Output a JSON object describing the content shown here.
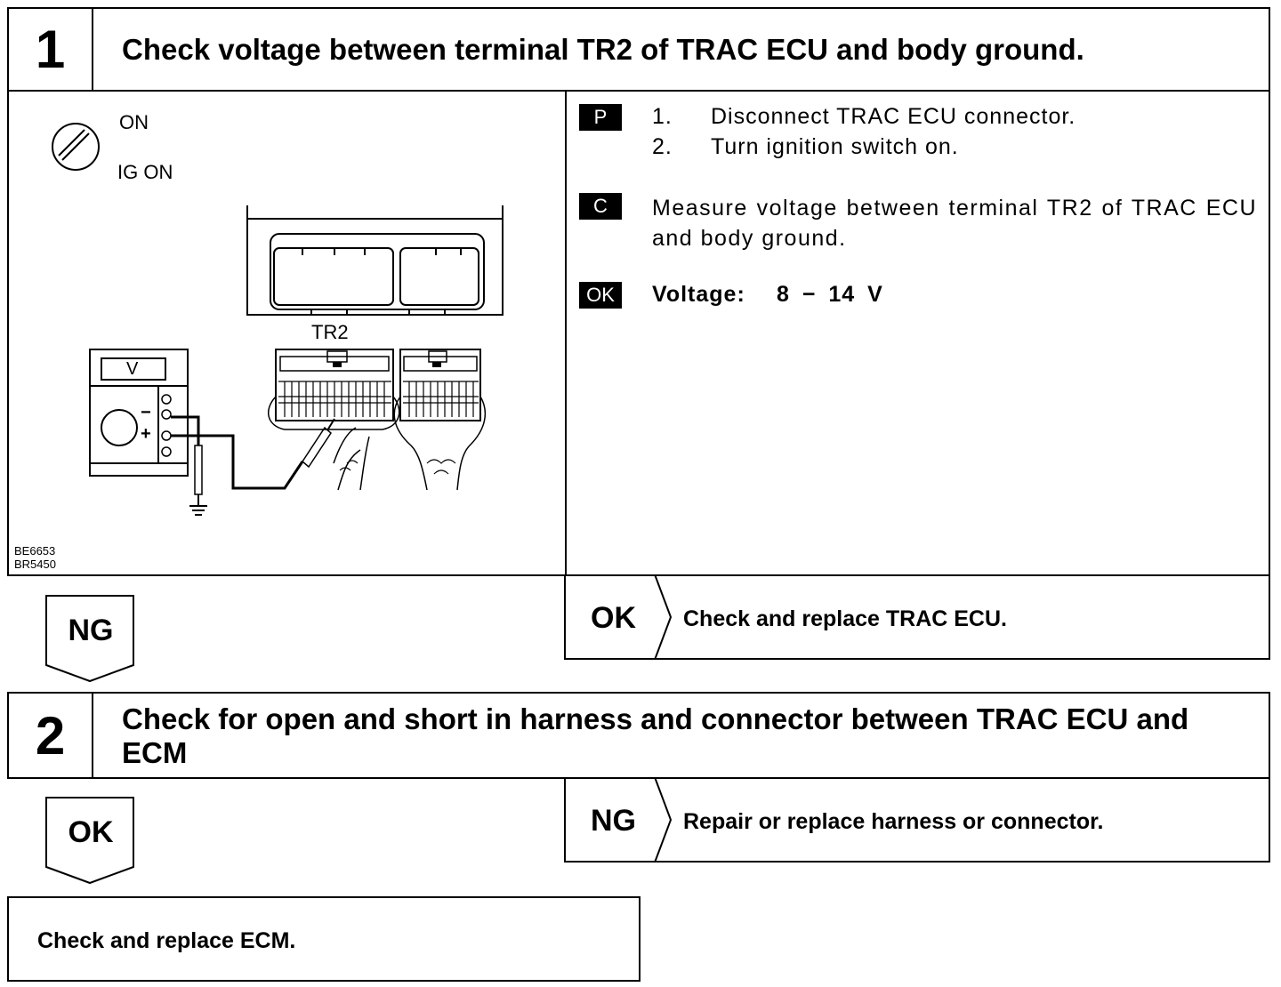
{
  "step1": {
    "number": "1",
    "title": "Check voltage between terminal TR2 of TRAC ECU and body ground.",
    "figure": {
      "on_label": "ON",
      "ig_label": "IG ON",
      "terminal_label": "TR2",
      "meter_label": "V",
      "minus": "−",
      "plus": "+",
      "codes": [
        "BE6653",
        "BR5450"
      ]
    },
    "prep_badge": "P",
    "prep_steps": [
      {
        "num": "1.",
        "text": "Disconnect TRAC ECU connector."
      },
      {
        "num": "2.",
        "text": "Turn ignition switch on."
      }
    ],
    "check_badge": "C",
    "check_text": "Measure voltage between terminal TR2 of TRAC ECU and body ground.",
    "ok_badge": "OK",
    "spec_label": "Voltage:",
    "spec_value": "8 − 14 V"
  },
  "branch1": {
    "down_label": "NG",
    "side_label": "OK",
    "side_text": "Check and replace TRAC ECU."
  },
  "step2": {
    "number": "2",
    "title": "Check for open and short in harness and connector between TRAC ECU and ECM"
  },
  "branch2": {
    "down_label": "OK",
    "side_label": "NG",
    "side_text": "Repair or replace harness or connector."
  },
  "final": {
    "text": "Check and replace ECM."
  }
}
